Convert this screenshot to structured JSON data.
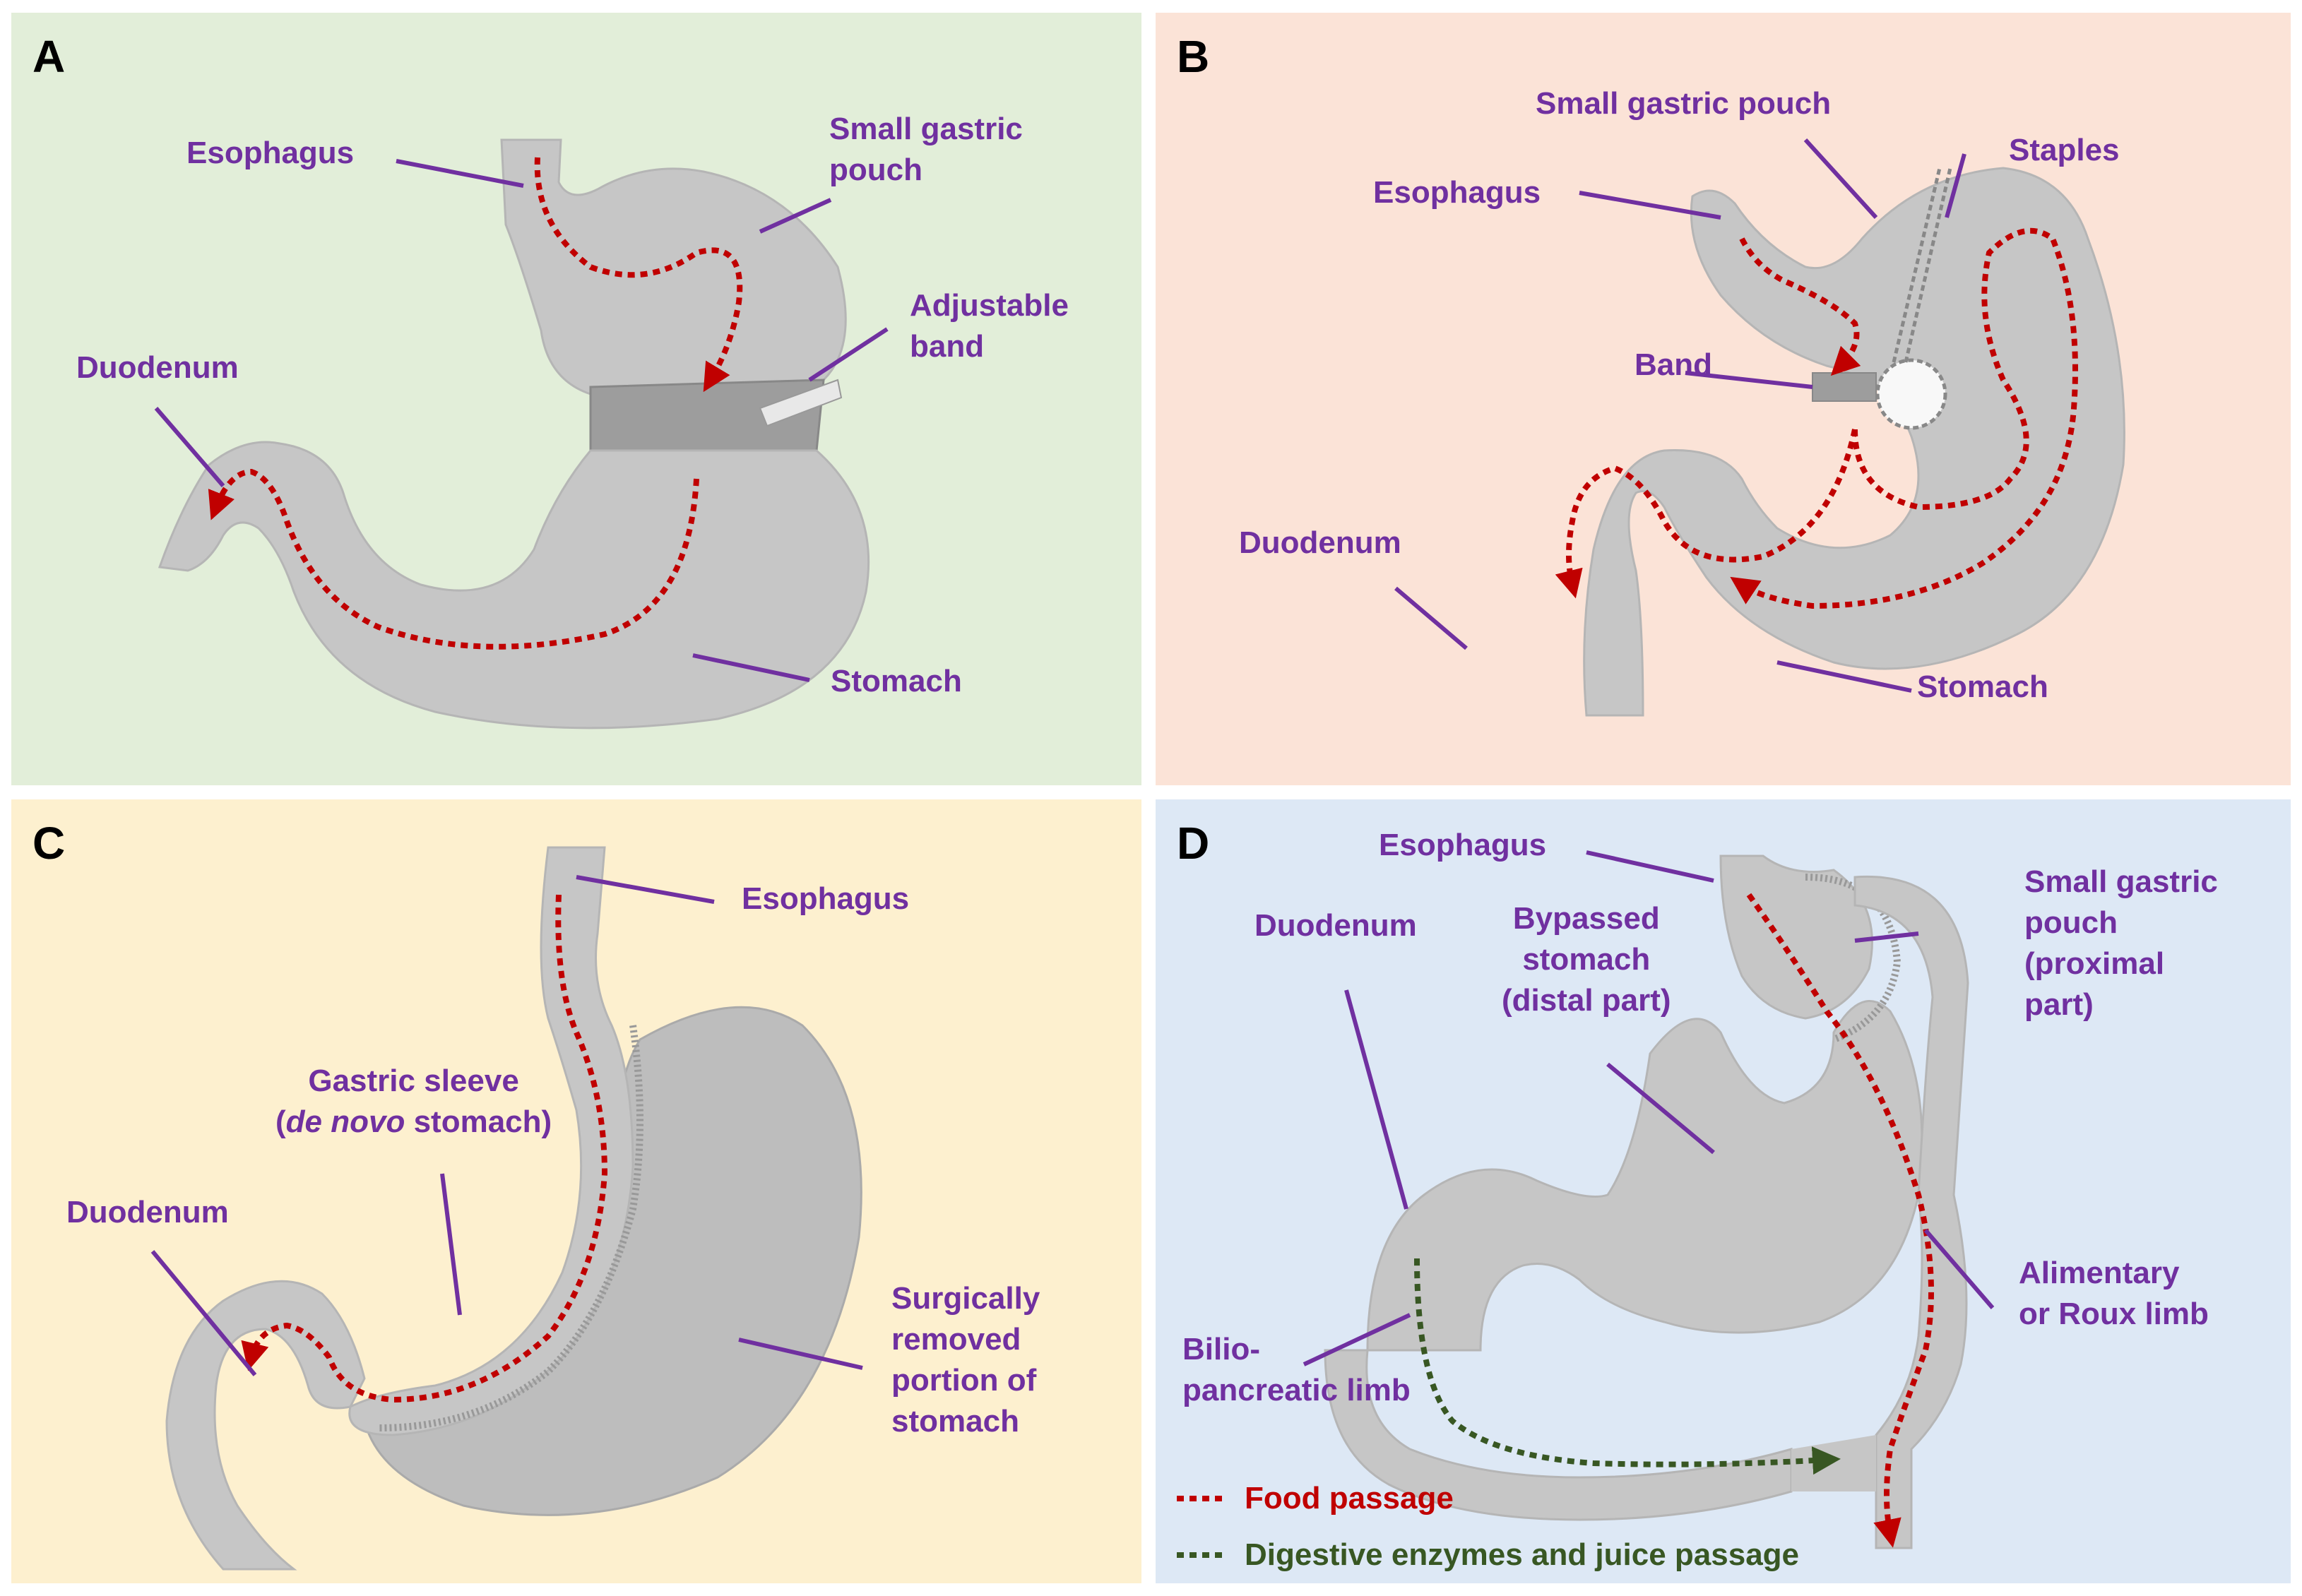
{
  "panels": {
    "a": {
      "letter": "A",
      "labels": {
        "esophagus": "Esophagus",
        "small_pouch_1": "Small gastric",
        "small_pouch_2": "pouch",
        "band_1": "Adjustable",
        "band_2": "band",
        "duodenum": "Duodenum",
        "stomach": "Stomach"
      }
    },
    "b": {
      "letter": "B",
      "labels": {
        "small_pouch": "Small gastric pouch",
        "staples": "Staples",
        "esophagus": "Esophagus",
        "band": "Band",
        "duodenum": "Duodenum",
        "stomach": "Stomach"
      }
    },
    "c": {
      "letter": "C",
      "labels": {
        "esophagus": "Esophagus",
        "sleeve_1": "Gastric sleeve",
        "sleeve_2_open": "(",
        "sleeve_2_italic": "de novo",
        "sleeve_2_rest": " stomach)",
        "duodenum": "Duodenum",
        "removed_1": "Surgically",
        "removed_2": "removed",
        "removed_3": "portion of",
        "removed_4": "stomach"
      }
    },
    "d": {
      "letter": "D",
      "labels": {
        "esophagus": "Esophagus",
        "pouch_1": "Small gastric",
        "pouch_2": "pouch",
        "pouch_3": "(proximal",
        "pouch_4": "part)",
        "duodenum": "Duodenum",
        "bypassed_1": "Bypassed",
        "bypassed_2": "stomach",
        "bypassed_3": "(distal part)",
        "alimentary_1": "Alimentary",
        "alimentary_2": "or Roux limb",
        "bilio_1": "Bilio-",
        "bilio_2": "pancreatic limb"
      },
      "legend": {
        "food": "Food passage",
        "juice": "Digestive enzymes and juice passage"
      }
    }
  },
  "colors": {
    "label": "#7030a0",
    "food_path": "#c00000",
    "juice_path": "#385723",
    "organ": "#c8c8c8",
    "organ_edge": "#aaaaaa"
  }
}
